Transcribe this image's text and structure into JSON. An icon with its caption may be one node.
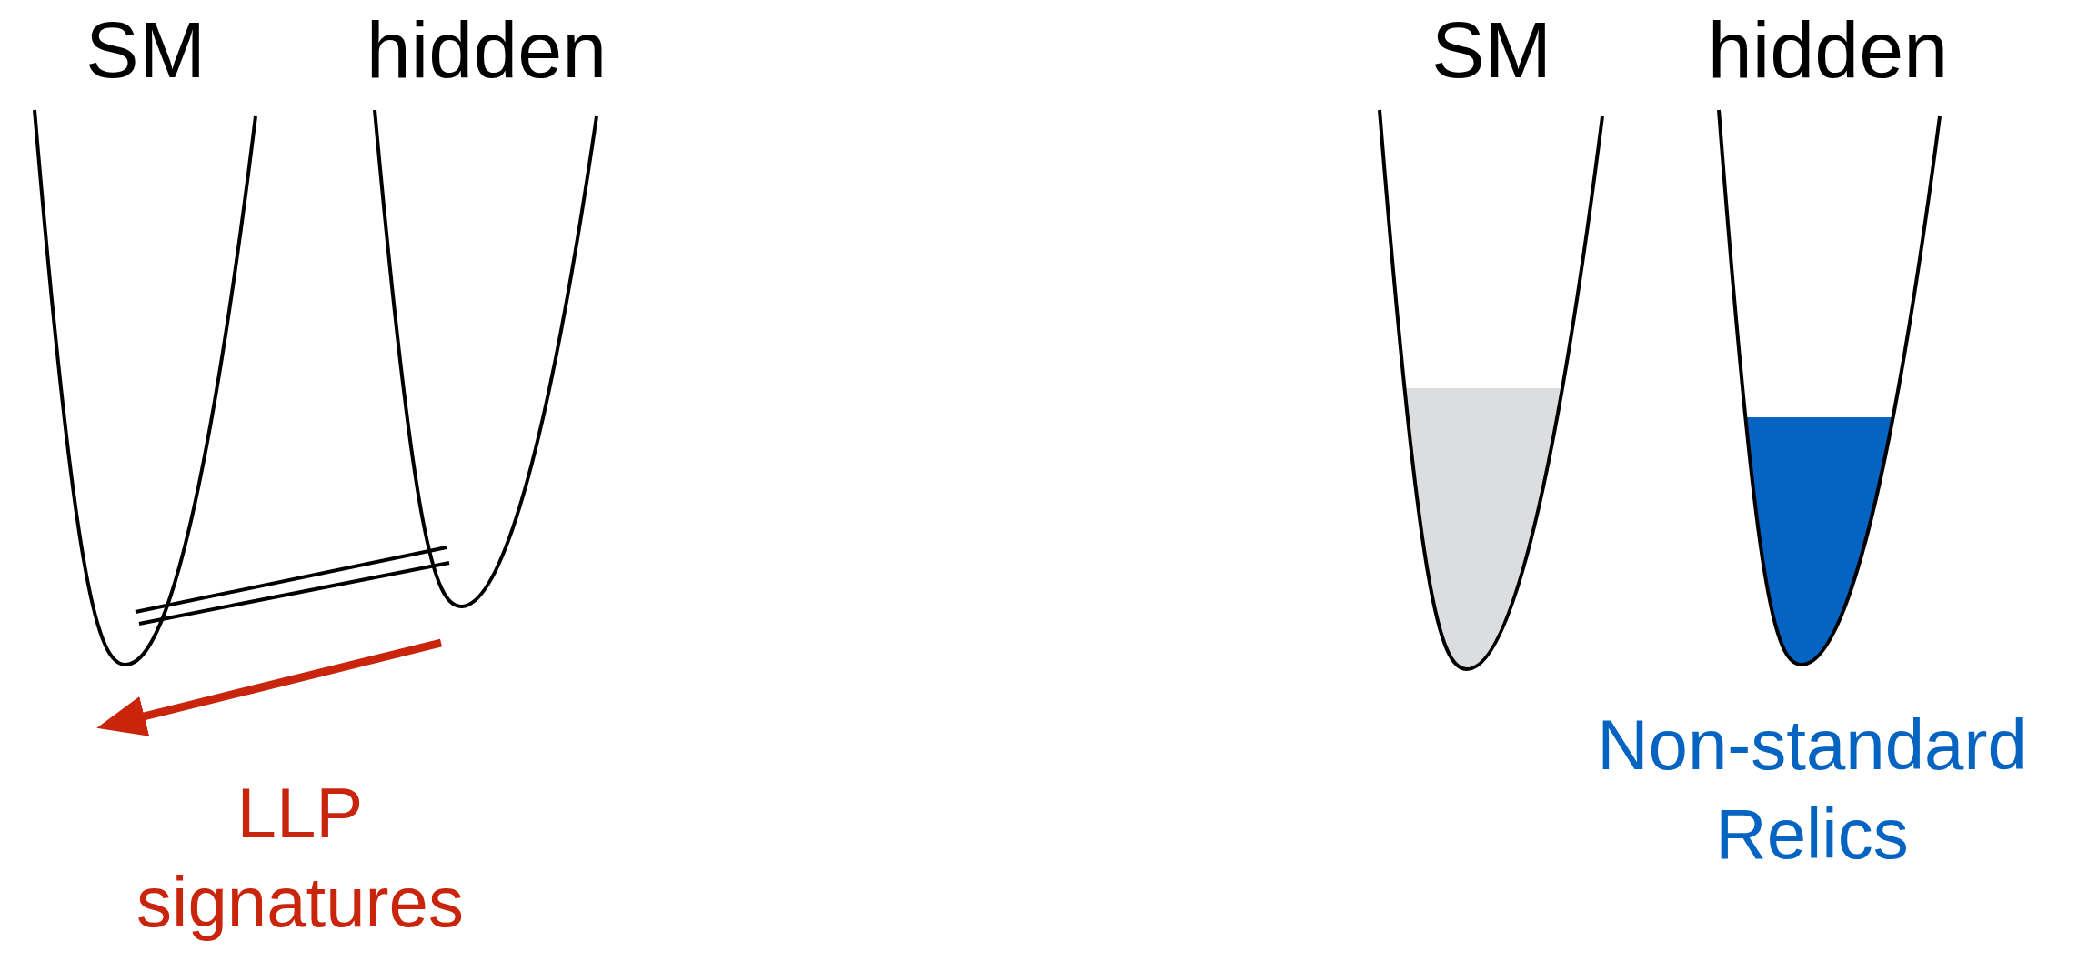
{
  "diagram": {
    "nodes": [
      {
        "text": [
          "SM"
        ]
      },
      {
        "text": [
          "hidden"
        ]
      },
      {
        "text": [
          "SM"
        ]
      },
      {
        "text": [
          "hidden"
        ],
        "beside": [
          "Non-standard Relics"
        ]
      }
    ],
    "edges": [
      {
        "from": 0,
        "to": 1,
        "arrow": "none"
      },
      {
        "from": 1,
        "to": 0,
        "arrow": "to",
        "style": "thick",
        "color": "#c8250c",
        "label": "LLP signatures"
      }
    ]
  }
}
